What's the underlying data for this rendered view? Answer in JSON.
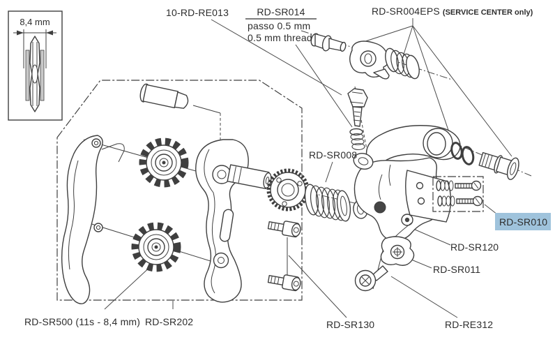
{
  "colors": {
    "highlight": "#9fc3dc",
    "line": "#3f3f3f",
    "text": "#2d2d2d",
    "background": "#ffffff"
  },
  "dimension_box": {
    "label": "8,4 mm"
  },
  "labels": {
    "re013": {
      "text": "10-RD-RE013"
    },
    "sr014": {
      "text": "RD-SR014",
      "note1": "passo 0.5 mm",
      "note2": "0.5 mm thread"
    },
    "sr004eps": {
      "text": "RD-SR004EPS",
      "note": "(SERVICE CENTER only)"
    },
    "sr008": {
      "text": "RD-SR008"
    },
    "sr010": {
      "text": "RD-SR010",
      "highlighted": true
    },
    "sr120": {
      "text": "RD-SR120"
    },
    "sr011": {
      "text": "RD-SR011"
    },
    "sr500": {
      "text": "RD-SR500 (11s - 8,4 mm)"
    },
    "sr202": {
      "text": "RD-SR202"
    },
    "sr130": {
      "text": "RD-SR130"
    },
    "re312": {
      "text": "RD-RE312"
    }
  }
}
